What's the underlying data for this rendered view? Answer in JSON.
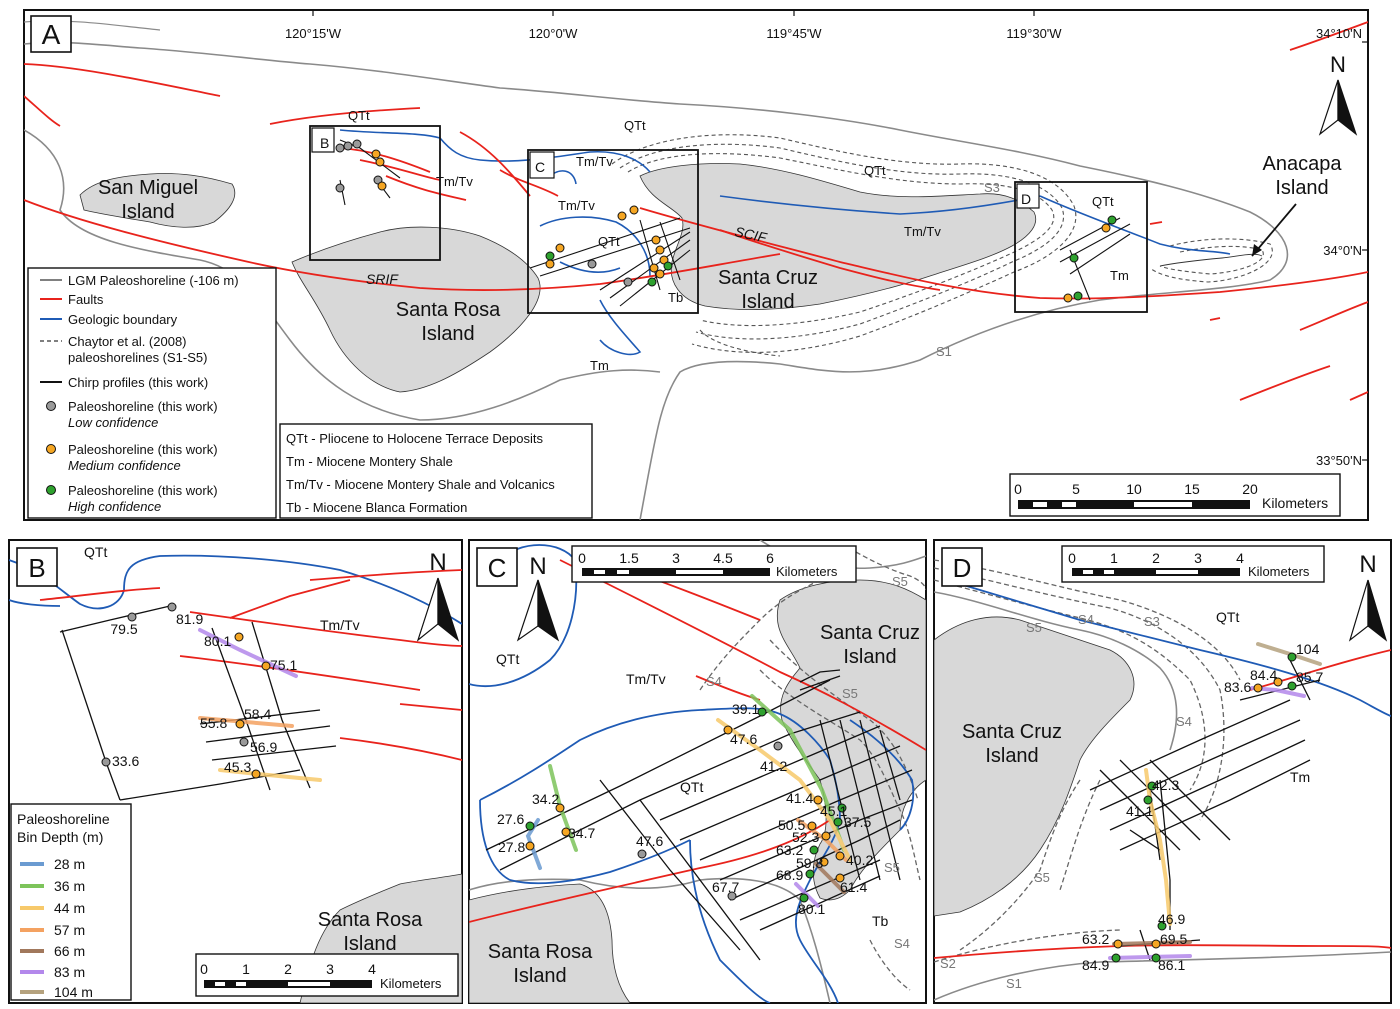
{
  "panel_a": {
    "letter": "A",
    "lon_labels": [
      "120°15'W",
      "120°0'W",
      "119°45'W",
      "119°30'W"
    ],
    "lat_labels": [
      "34°10'N",
      "34°0'N",
      "33°50'N"
    ],
    "islands": [
      "San Miguel Island",
      "Santa Rosa Island",
      "Santa Cruz Island",
      "Anacapa Island"
    ],
    "unit_labels": [
      "QTt",
      "QTt",
      "QTt",
      "QTt",
      "QTt",
      "Tm/Tv",
      "Tm/Tv",
      "Tm/Tv",
      "Tm/Tv",
      "Tm",
      "Tm",
      "Tb"
    ],
    "fault_labels": [
      "SRIF",
      "SCIF"
    ],
    "shoreline_labels": [
      "S1",
      "S3"
    ],
    "inset_letters": [
      "B",
      "C",
      "D"
    ],
    "north": "N",
    "legend": [
      {
        "label": "LGM Paleoshoreline (-106 m)",
        "color": "#808080",
        "kind": "line"
      },
      {
        "label": "Faults",
        "color": "#e8231c",
        "kind": "line"
      },
      {
        "label": "Geologic boundary",
        "color": "#1f5bb5",
        "kind": "line"
      },
      {
        "label": "Chaytor et al. (2008)",
        "label2": "paleoshorelines (S1-S5)",
        "color": "#555555",
        "kind": "dash"
      },
      {
        "label": "Chirp profiles (this work)",
        "color": "#111111",
        "kind": "line"
      },
      {
        "label": "Paleoshoreline (this work)",
        "label2": "Low confidence",
        "color": "#9a9a9a",
        "kind": "dot"
      },
      {
        "label": "Paleoshoreline (this work)",
        "label2": "Medium confidence",
        "color": "#f5a623",
        "kind": "dot"
      },
      {
        "label": "Paleoshoreline (this work)",
        "label2": "High confidence",
        "color": "#2ea12e",
        "kind": "dot"
      }
    ],
    "units_box": [
      "QTt - Pliocene to Holocene Terrace Deposits",
      "Tm - Miocene Montery Shale",
      "Tm/Tv - Miocene Montery Shale and Volcanics",
      "Tb - Miocene Blanca Formation"
    ],
    "scale": {
      "ticks": [
        "0",
        "5",
        "10",
        "15",
        "20"
      ],
      "unit": "Kilometers"
    }
  },
  "panel_b": {
    "letter": "B",
    "north": "N",
    "units": [
      "QTt",
      "Tm/Tv"
    ],
    "island": "Santa Rosa Island",
    "depth_labels": [
      "79.5",
      "81.9",
      "80.1",
      "75.1",
      "55.8",
      "58.4",
      "56.9",
      "33.6",
      "45.3"
    ],
    "legend_title": "Paleoshoreline Bin Depth (m)",
    "bins": [
      {
        "label": "28 m",
        "color": "#6b9bd1"
      },
      {
        "label": "36 m",
        "color": "#7dc45b"
      },
      {
        "label": "44 m",
        "color": "#f7c96b"
      },
      {
        "label": "57 m",
        "color": "#f4a261"
      },
      {
        "label": "66 m",
        "color": "#a1785c"
      },
      {
        "label": "83 m",
        "color": "#b388eb"
      },
      {
        "label": "104 m",
        "color": "#b5a27e"
      }
    ],
    "scale": {
      "ticks": [
        "0",
        "1",
        "2",
        "3",
        "4"
      ],
      "unit": "Kilometers"
    }
  },
  "panel_c": {
    "letter": "C",
    "north": "N",
    "units": [
      "QTt",
      "QTt",
      "Tm/Tv",
      "Tb"
    ],
    "islands": [
      "Santa Cruz Island",
      "Santa Rosa Island"
    ],
    "shoreline_labels": [
      "S5",
      "S4",
      "S5",
      "S5",
      "S4"
    ],
    "depth_labels": [
      "39.1",
      "47.6",
      "41.2",
      "41.4",
      "45.1",
      "37.5",
      "50.5",
      "52.3",
      "63.2",
      "59.8",
      "40.2",
      "68.9",
      "61.4",
      "80.1",
      "67.7",
      "47.6",
      "34.2",
      "34.7",
      "27.6",
      "27.8"
    ],
    "scale": {
      "ticks": [
        "0",
        "1.5",
        "3",
        "4.5",
        "6"
      ],
      "unit": "Kilometers"
    }
  },
  "panel_d": {
    "letter": "D",
    "north": "N",
    "units": [
      "QTt",
      "Tm"
    ],
    "island": "Santa Cruz Island",
    "shoreline_labels": [
      "S5",
      "S4",
      "S3",
      "S4",
      "S5",
      "S2",
      "S1"
    ],
    "depth_labels": [
      "104",
      "84.4",
      "85.7",
      "83.6",
      "42.3",
      "41.1",
      "46.9",
      "63.2",
      "69.5",
      "84.9",
      "86.1"
    ],
    "scale": {
      "ticks": [
        "0",
        "1",
        "2",
        "3",
        "4"
      ],
      "unit": "Kilometers"
    }
  }
}
